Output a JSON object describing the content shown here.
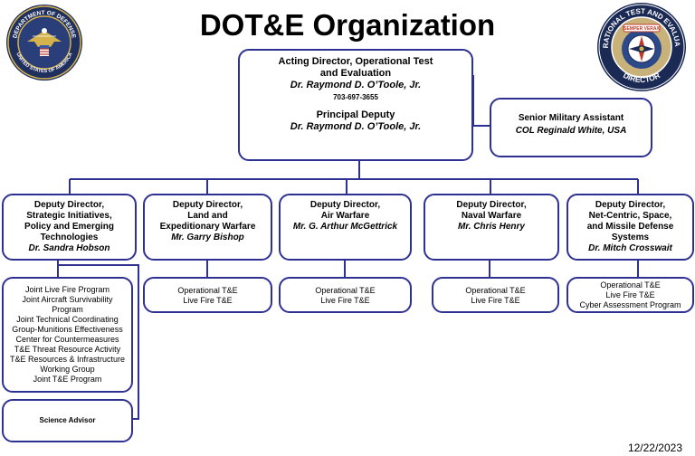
{
  "title": "DOT&E Organization",
  "director": {
    "title_line1": "Acting Director, Operational Test",
    "title_line2": "and Evaluation",
    "name": "Dr. Raymond D. O’Toole, Jr.",
    "phone": "703-697-3655",
    "deputy_title": "Principal Deputy",
    "deputy_name": "Dr. Raymond D. O’Toole, Jr."
  },
  "military_assistant": {
    "title": "Senior Military Assistant",
    "name": "COL Reginald White, USA"
  },
  "deputies": [
    {
      "title_lines": [
        "Deputy Director,",
        "Strategic Initiatives,",
        "Policy and Emerging",
        "Technologies"
      ],
      "name": "Dr. Sandra Hobson",
      "programs": [
        "Joint Live Fire Program",
        "Joint Aircraft Survivability",
        "Program",
        "Joint Technical Coordinating",
        "Group-Munitions Effectiveness",
        "Center for Countermeasures",
        "T&E Threat Resource Activity",
        "T&E Resources & Infrastructure",
        "Working Group",
        "Joint T&E Program"
      ],
      "advisor": "Science Advisor"
    },
    {
      "title_lines": [
        "Deputy Director,",
        "Land and",
        "Expeditionary Warfare"
      ],
      "name": "Mr. Garry Bishop",
      "programs": [
        "Operational T&E",
        "Live Fire T&E"
      ]
    },
    {
      "title_lines": [
        "Deputy Director,",
        "Air Warfare"
      ],
      "name": "Mr. G. Arthur McGettrick",
      "programs": [
        "Operational T&E",
        "Live Fire T&E"
      ]
    },
    {
      "title_lines": [
        "Deputy Director,",
        "Naval Warfare"
      ],
      "name": "Mr. Chris Henry",
      "programs": [
        "Operational T&E",
        "Live Fire T&E"
      ]
    },
    {
      "title_lines": [
        "Deputy Director,",
        "Net-Centric, Space,",
        "and Missile Defense",
        "Systems"
      ],
      "name": "Dr. Mitch Crosswait",
      "programs": [
        "Operational T&E",
        "Live Fire T&E",
        "Cyber Assessment Program"
      ]
    }
  ],
  "seals": {
    "left": {
      "top_text": "DEPARTMENT OF DEFENSE",
      "bottom_text": "UNITED STATES OF AMERICA",
      "ring": "#1f2f5e",
      "center": "#2a3f7a",
      "accent": "#d4b24c"
    },
    "right": {
      "top_text": "OPERATIONAL TEST AND EVALUATION",
      "bottom_text": "DIRECTOR",
      "banner_text": "SEMPER VERAX",
      "ring": "#1b2a55",
      "center": "#c9b27a",
      "accent": "#c0392b"
    }
  },
  "colors": {
    "box_border": "#2e3192"
  },
  "date": "12/22/2023"
}
